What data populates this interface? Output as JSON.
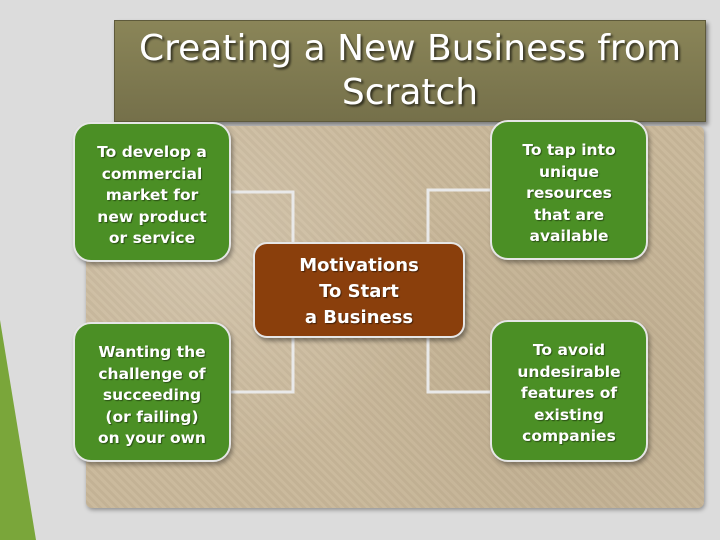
{
  "title": "Creating a New Business from Scratch",
  "center": {
    "lines": [
      "Motivations",
      "To Start",
      "a Business"
    ]
  },
  "nodes": {
    "top_left": {
      "lines": [
        "To develop a",
        "commercial",
        "market for",
        "new product",
        "or service"
      ]
    },
    "top_right": {
      "lines": [
        "To tap into",
        "unique",
        "resources",
        "that are",
        "available"
      ]
    },
    "bottom_left": {
      "lines": [
        "Wanting the",
        "challenge of",
        "succeeding",
        "(or failing)",
        "on your own"
      ]
    },
    "bottom_right": {
      "lines": [
        "To avoid",
        "undesirable",
        "features of",
        "existing",
        "companies"
      ]
    }
  },
  "colors": {
    "title_bar": "#7f7a50",
    "node_green": "#4b8f25",
    "center_brown": "#8a3f0c",
    "canvas": "#c9b89a",
    "accent_green": "#7aa63a"
  }
}
